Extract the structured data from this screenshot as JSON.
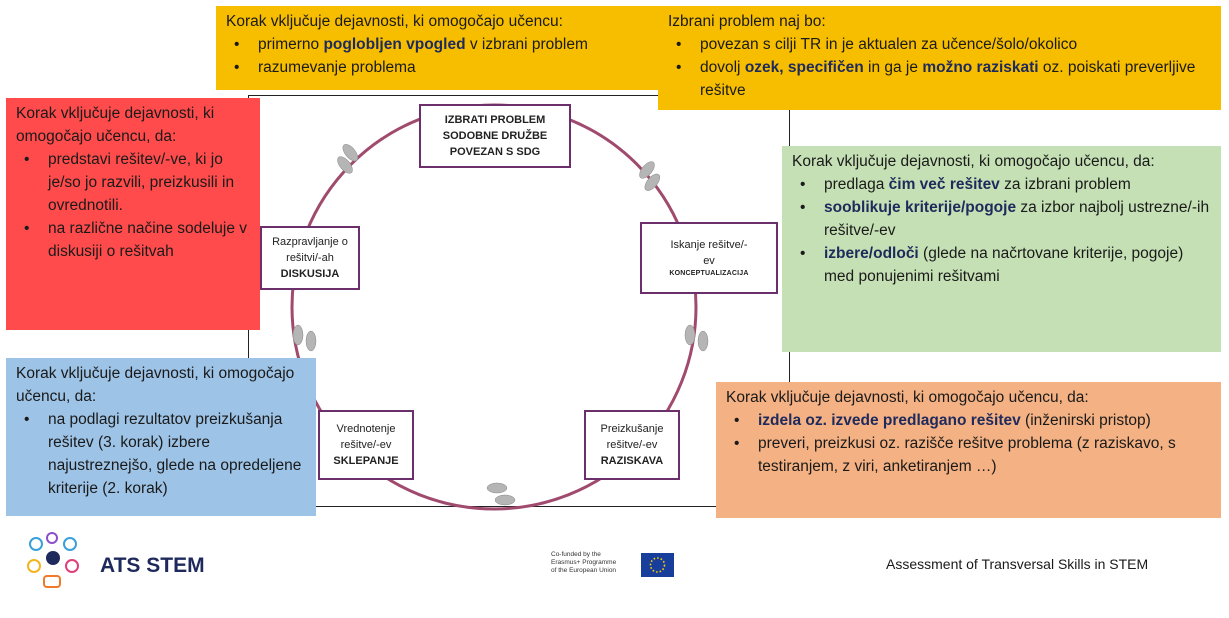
{
  "colors": {
    "yellow": "#f7be00",
    "red": "#ff4b4b",
    "green": "#c5e0b4",
    "blue": "#9dc3e6",
    "orange": "#f4b183",
    "ring": "#a04a6e",
    "box_border": "#6b2f6b"
  },
  "box_top_left": {
    "heading": "Korak vključuje dejavnosti, ki omogočajo učencu:",
    "item1_pre": "primerno ",
    "item1_bold": "poglobljen vpogled",
    "item1_post": " v izbrani problem",
    "item2": "razumevanje problema"
  },
  "box_top_right": {
    "heading": "Izbrani problem naj bo:",
    "item1": "povezan s cilji TR in je aktualen za učence/šolo/okolico",
    "item2_a": "dovolj ",
    "item2_b": "ozek, specifičen",
    "item2_c": " in ga je ",
    "item2_d": "možno raziskati",
    "item2_e": " oz. poiskati preverljive rešitve"
  },
  "box_red": {
    "heading": "Korak vključuje dejavnosti, ki omogočajo učencu, da:",
    "item1": "predstavi rešitev/-ve, ki jo je/so jo razvili, preizkusili in ovrednotili.",
    "item2": "na različne načine sodeluje v diskusiji o rešitvah"
  },
  "box_green": {
    "heading": "Korak vključuje dejavnosti, ki omogočajo učencu, da:",
    "item1_pre": "predlaga ",
    "item1_bold": "čim več rešitev",
    "item1_post": " za izbrani problem",
    "item2_bold": "sooblikuje kriterije/pogoje",
    "item2_post": " za izbor najbolj ustrezne/-ih rešitve/-ev",
    "item3_bold": "izbere/odloči",
    "item3_post": " (glede na načrtovane kriterije, pogoje) med ponujenimi rešitvami"
  },
  "box_blue": {
    "heading": "Korak vključuje dejavnosti, ki omogočajo učencu, da:",
    "item1": "na podlagi rezultatov preizkušanja rešitev (3. korak) izbere najustreznejšo, glede na opredeljene kriterije (2. korak)"
  },
  "box_orange": {
    "heading": "Korak vključuje dejavnosti, ki omogočajo učencu, da:",
    "item1_bold": "izdela oz. izvede predlagano rešitev",
    "item1_post": " (inženirski pristop)",
    "item2": "preveri, preizkusi oz. razišče rešitve problema (z raziskavo, s testiranjem, z viri, anketiranjem …)"
  },
  "steps": {
    "top": [
      "IZBRATI PROBLEM",
      "SODOBNE DRUŽBE",
      "POVEZAN S SDG"
    ],
    "right_l1": "Iskanje rešitve/-",
    "right_l2": "ev",
    "right_sub": "KONCEPTUALIZACIJA",
    "bottom_right_l1": "Preizkušanje",
    "bottom_right_l2": "rešitve/-ev",
    "bottom_right_l3": "RAZISKAVA",
    "bottom_left_l1": "Vrednotenje",
    "bottom_left_l2": "rešitve/-ev",
    "bottom_left_l3": "SKLEPANJE",
    "left_l1": "Razpravljanje o",
    "left_l2": "rešitvi/-ah",
    "left_l3": "DISKUSIJA"
  },
  "footer": {
    "logo_text": "ATS STEM",
    "eu_line1": "Co-funded by the",
    "eu_line2": "Erasmus+ Programme",
    "eu_line3": "of the European Union",
    "right_text": "Assessment of Transversal Skills in STEM"
  }
}
